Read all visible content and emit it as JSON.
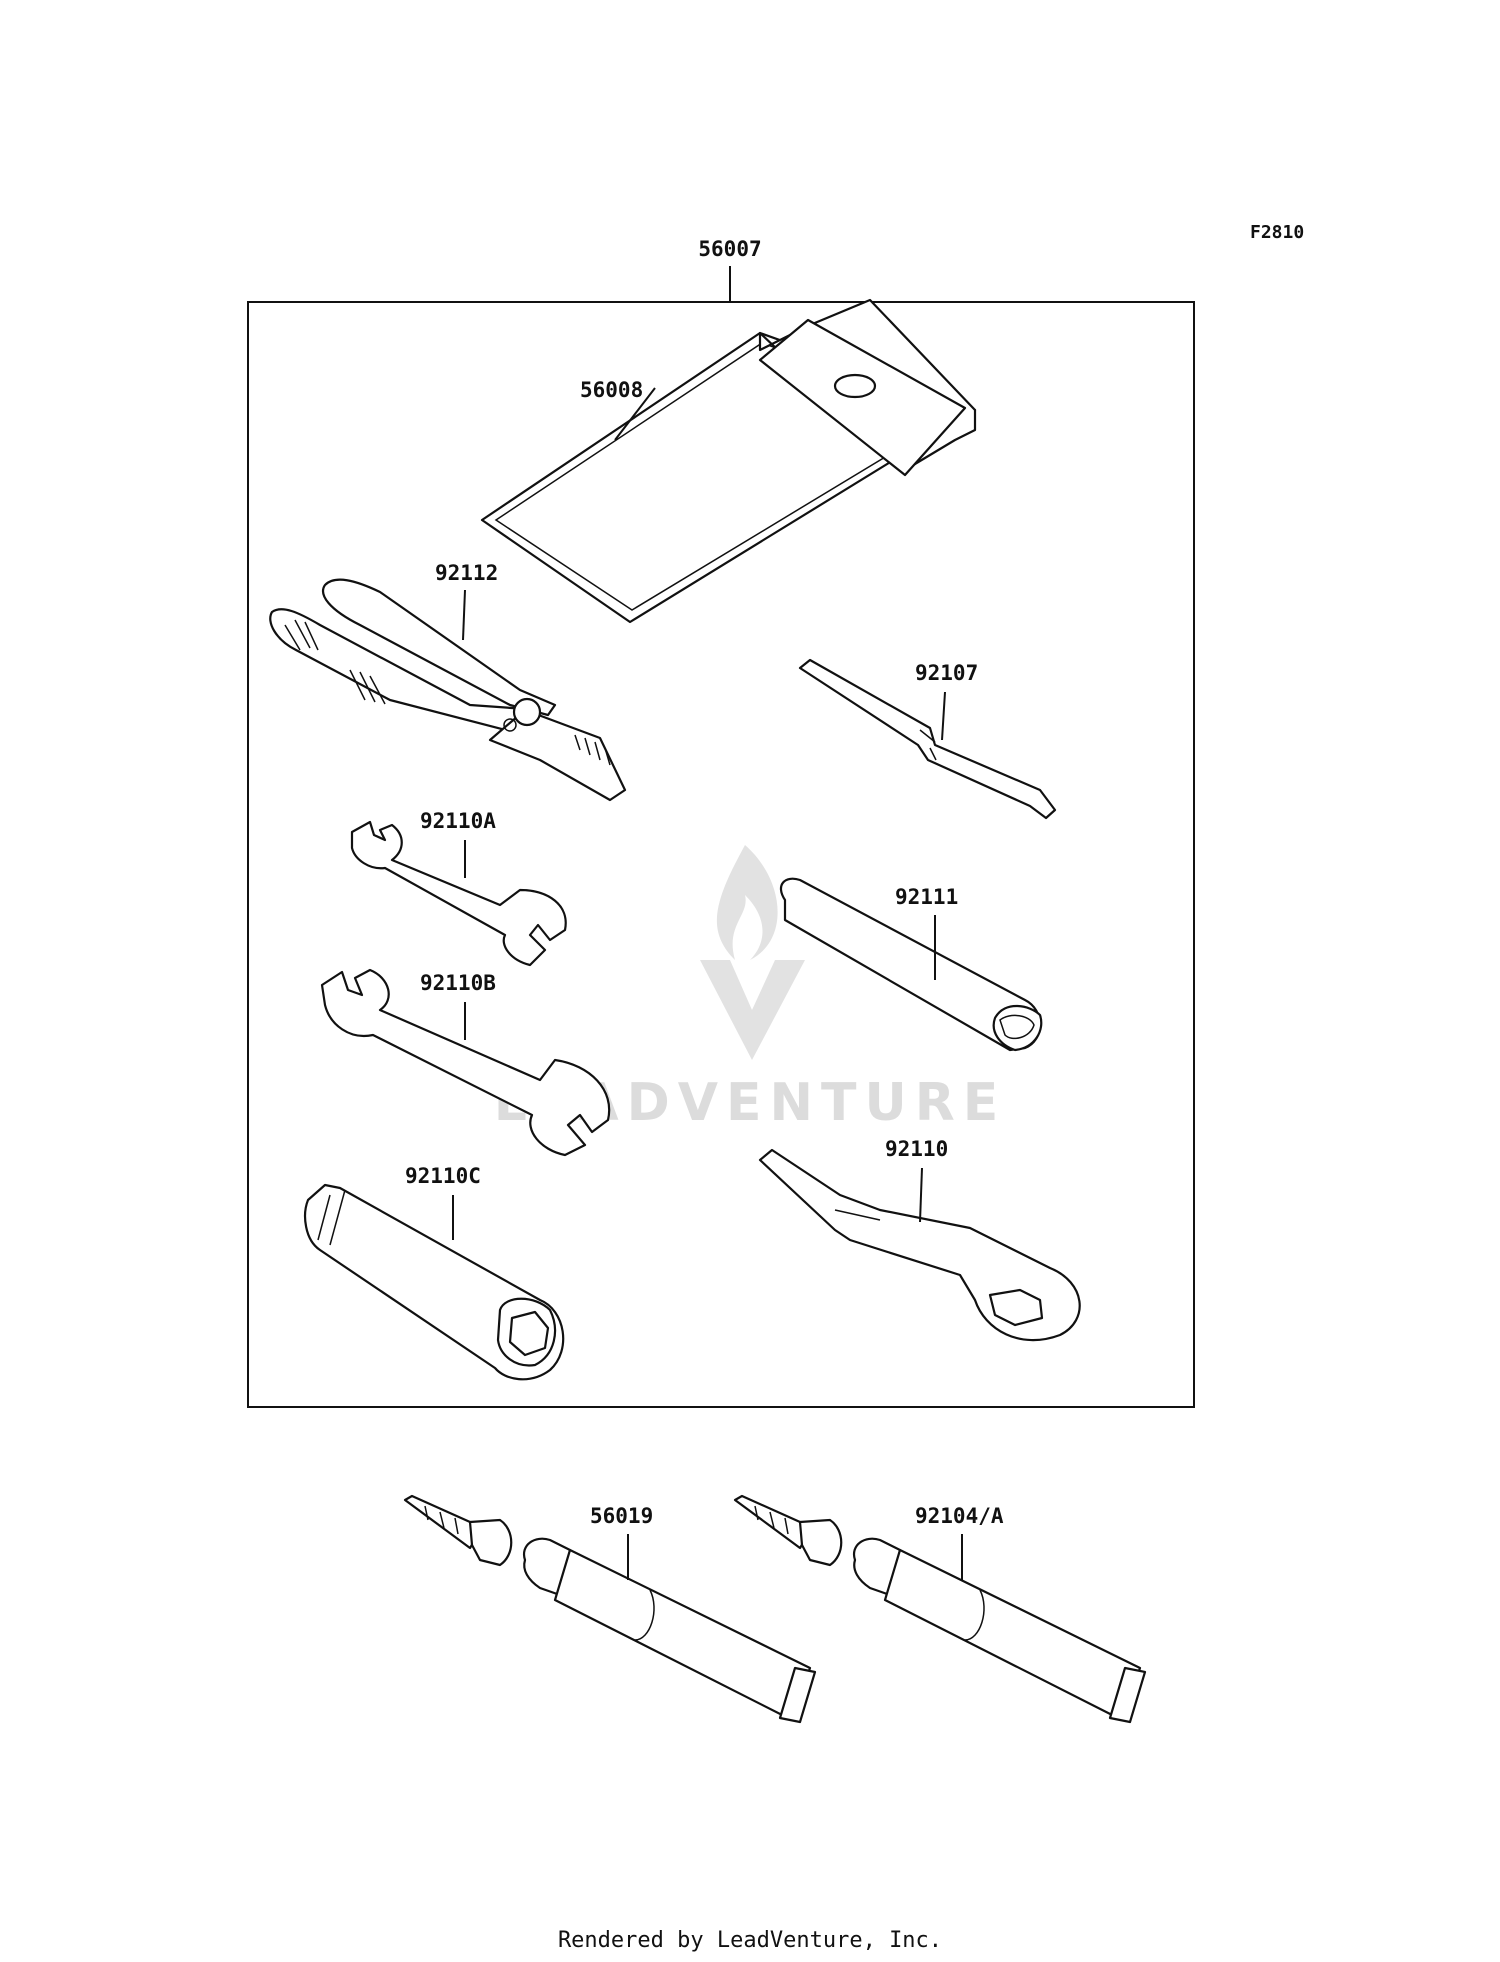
{
  "figure_code": "F2810",
  "kit_label": "56007",
  "parts": {
    "case": "56008",
    "pliers": "92112",
    "screwdriver": "92107",
    "wrench_a": "92110A",
    "handle": "92111",
    "wrench_b": "92110B",
    "ring_wrench": "92110",
    "box_wrench": "92110C",
    "tube_1": "56019",
    "tube_2": "92104/A"
  },
  "watermark": "LEADVENTURE",
  "footer": "Rendered by LeadVenture, Inc.",
  "colors": {
    "line": "#111111",
    "watermark": "#dcdcdc"
  }
}
